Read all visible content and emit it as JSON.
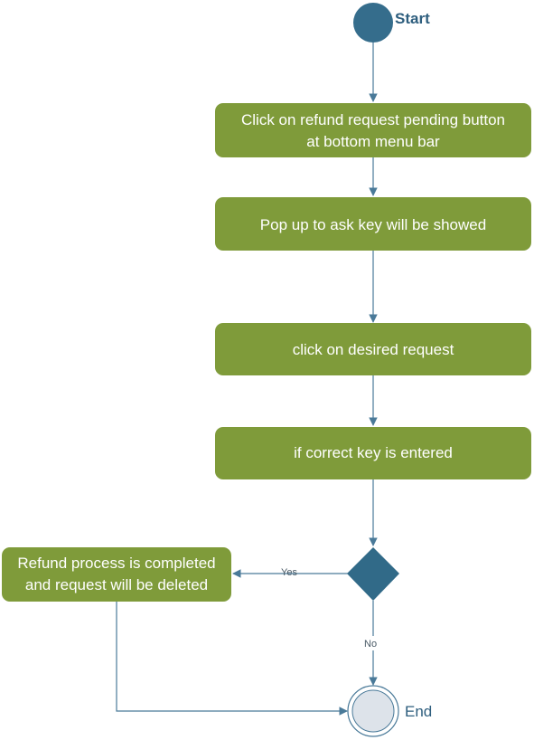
{
  "colors": {
    "action_fill": "#7f9b3a",
    "decision_fill": "#316a88",
    "start_fill": "#356d8c",
    "end_fill": "#dde3ea",
    "connector": "#4a7a99",
    "terminal_text": "#2e5e7e"
  },
  "start": {
    "label": "Start"
  },
  "actions": [
    {
      "line1": "Click on refund request pending button",
      "line2": "at bottom menu bar"
    },
    {
      "line1": "Pop up to ask key will be showed"
    },
    {
      "line1": "click on desired request"
    },
    {
      "line1": "if correct key is entered"
    },
    {
      "line1": "Refund process is completed",
      "line2": "and request will be deleted"
    }
  ],
  "branches": {
    "yes_label": "Yes",
    "no_label": "No"
  },
  "end": {
    "label": "End"
  }
}
